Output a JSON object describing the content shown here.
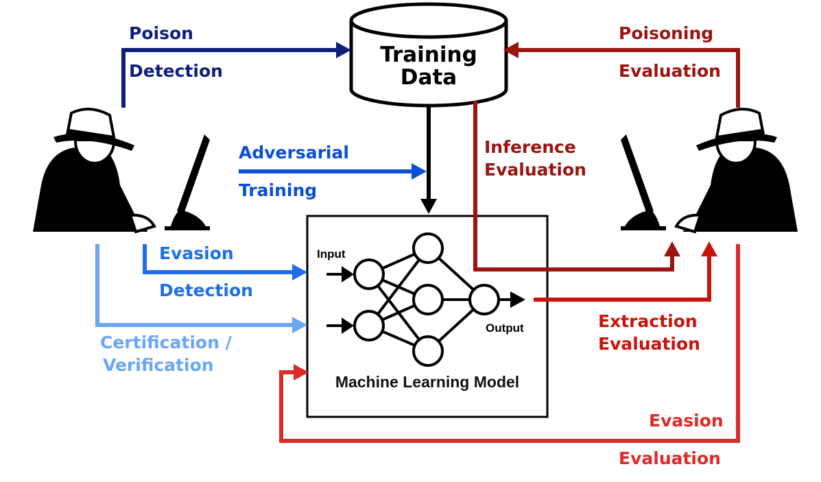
{
  "database": {
    "title": "Training Data"
  },
  "model": {
    "title": "Machine Learning Model",
    "input_label": "Input",
    "output_label": "Output"
  },
  "defender": {
    "poison_detection": [
      "Poison",
      "Detection"
    ],
    "adversarial_training": [
      "Adversarial",
      "Training"
    ],
    "evasion_detection": [
      "Evasion",
      "Detection"
    ],
    "certification": [
      "Certification /",
      "Verification"
    ]
  },
  "attacker": {
    "poisoning_evaluation": [
      "Poisoning",
      "Evaluation"
    ],
    "inference_evaluation": [
      "Inference",
      "Evaluation"
    ],
    "extraction_evaluation": [
      "Extraction",
      "Evaluation"
    ],
    "evasion_evaluation": [
      "Evasion",
      "Evaluation"
    ]
  },
  "colors": {
    "dark_blue": "#0d1f7a",
    "blue": "#0a4fd6",
    "mid_blue": "#1d6ee8",
    "light_blue": "#6aa6f5",
    "dark_red": "#9a1410",
    "red": "#c8140c",
    "bright_red": "#de2a28",
    "black": "#000000"
  },
  "icons": [
    "defender-spy-icon",
    "defender-monitor-icon",
    "attacker-spy-icon",
    "attacker-monitor-icon",
    "database-icon",
    "neural-network-icon"
  ]
}
